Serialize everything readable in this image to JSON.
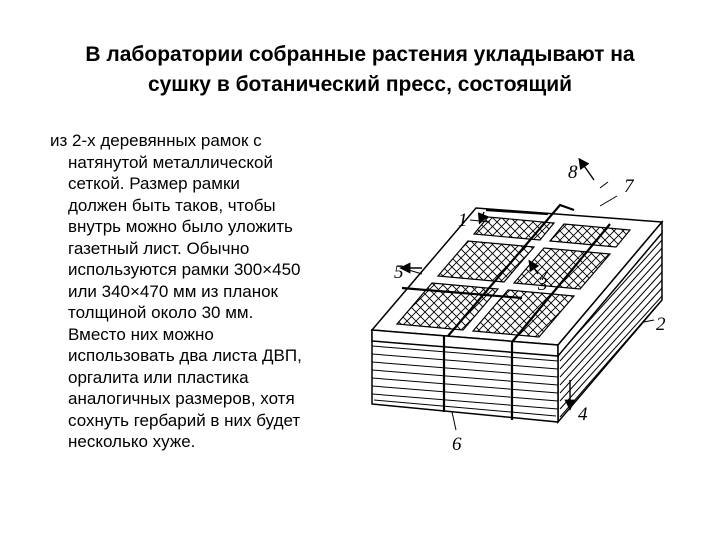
{
  "slide": {
    "title_lines": [
      "В лаборатории собранные растения укладывают на",
      "сушку в ботанический пресс, состоящий"
    ],
    "body_lines": [
      "из 2-х деревянных рамок с",
      "натянутой металлической",
      "сеткой. Размер рамки",
      "должен быть таков, чтобы",
      "внутрь можно было уложить",
      "газетный лист. Обычно",
      "используются рамки 300×450",
      "или 340×470 мм из планок",
      "толщиной около 30 мм.",
      "Вместо них можно",
      "использовать два листа ДВП,",
      "оргалита или пластика",
      "аналогичных размеров, хотя",
      "сохнуть гербарий в них будет",
      "несколько хуже."
    ]
  },
  "figure": {
    "labels": [
      "1",
      "2",
      "3",
      "4",
      "5",
      "6",
      "7",
      "8"
    ]
  }
}
